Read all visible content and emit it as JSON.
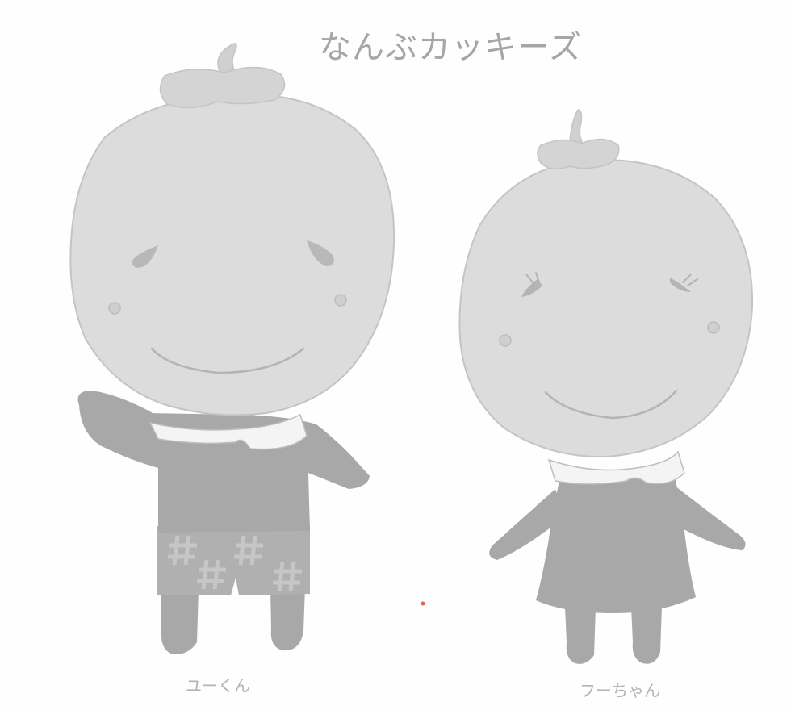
{
  "title": "なんぶカッキーズ",
  "characters": [
    {
      "name": "ユーくん"
    },
    {
      "name": "フーちゃん"
    }
  ],
  "colors": {
    "face": "#dcdcdc",
    "outline": "#c4c4c4",
    "body": "#a8a8a8",
    "collar": "#f4f4f4",
    "shorts": "#b0b0b0",
    "mark": "#c6c6c6",
    "accent_dot": "#e06060"
  }
}
